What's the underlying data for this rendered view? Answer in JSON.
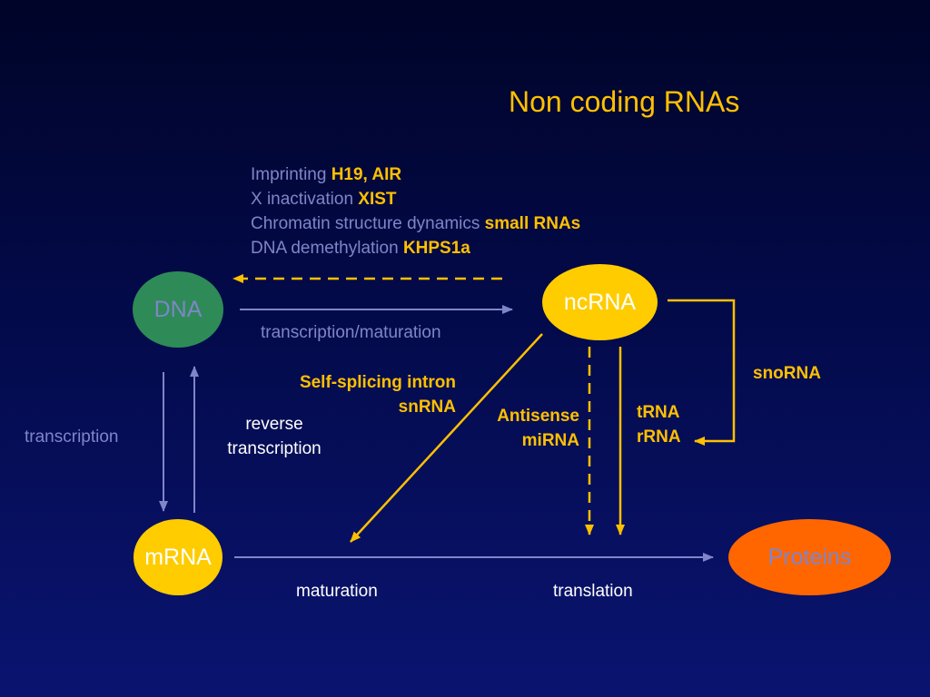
{
  "title": "Non coding RNAs",
  "functions": [
    {
      "text": "Imprinting",
      "highlight": "H19, AIR"
    },
    {
      "text": "X inactivation",
      "highlight": "XIST"
    },
    {
      "text": "Chromatin structure dynamics",
      "highlight": "small RNAs"
    },
    {
      "text": "DNA demethylation",
      "highlight": "KHPS1a"
    }
  ],
  "nodes": {
    "dna": "DNA",
    "ncrna": "ncRNA",
    "mrna": "mRNA",
    "proteins": "Proteins"
  },
  "edge_labels": {
    "transcription_maturation": "transcription/maturation",
    "transcription": "transcription",
    "reverse_transcription": [
      "reverse",
      "transcription"
    ],
    "self_splicing": [
      "Self-splicing intron",
      "snRNA"
    ],
    "antisense": [
      "Antisense",
      "miRNA"
    ],
    "trna_rrna": [
      "tRNA",
      "rRNA"
    ],
    "snorna": "snoRNA",
    "maturation": "maturation",
    "translation": "translation"
  },
  "colors": {
    "background": "#000a4a",
    "title": "#ffc000",
    "muted_text": "#7f85c8",
    "highlight": "#ffc000",
    "dna_node": "#2e8b57",
    "ncrna_node": "#ffcc00",
    "mrna_node": "#ffcc00",
    "proteins_node": "#ff6600",
    "grey_arrow": "#7f85c8",
    "gold_arrow": "#ffc000"
  }
}
